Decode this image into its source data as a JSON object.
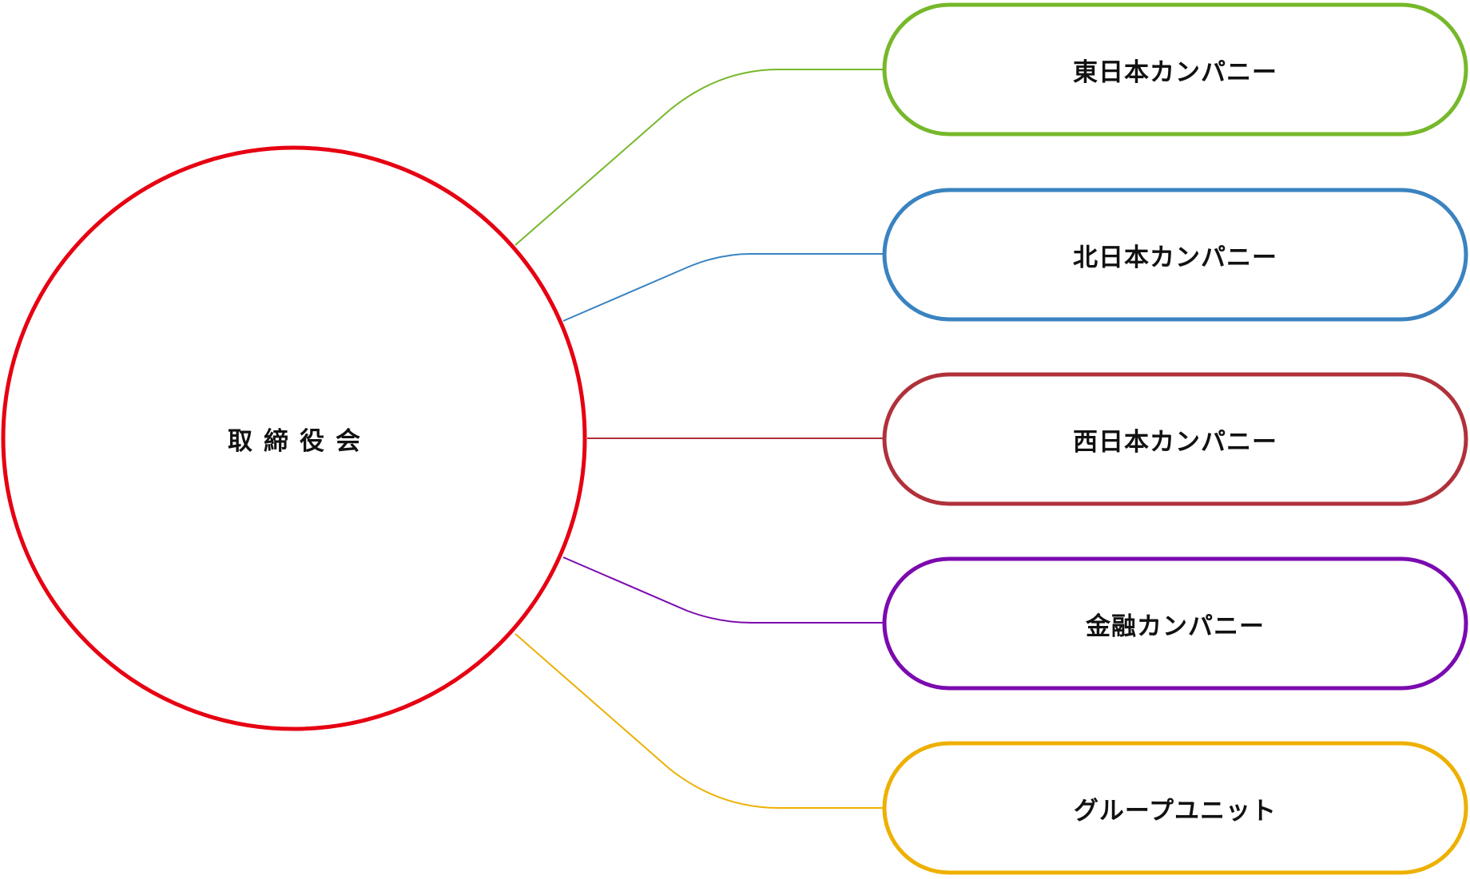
{
  "diagram": {
    "center": {
      "label": "取締役会",
      "color": "#e60012"
    },
    "units": [
      {
        "label": "東日本カンパニー",
        "color": "#76b82a"
      },
      {
        "label": "北日本カンパニー",
        "color": "#3a83c1"
      },
      {
        "label": "西日本カンパニー",
        "color": "#b0313a"
      },
      {
        "label": "金融カンパニー",
        "color": "#7b0aaf"
      },
      {
        "label": "グループユニット",
        "color": "#eeb000"
      }
    ]
  }
}
